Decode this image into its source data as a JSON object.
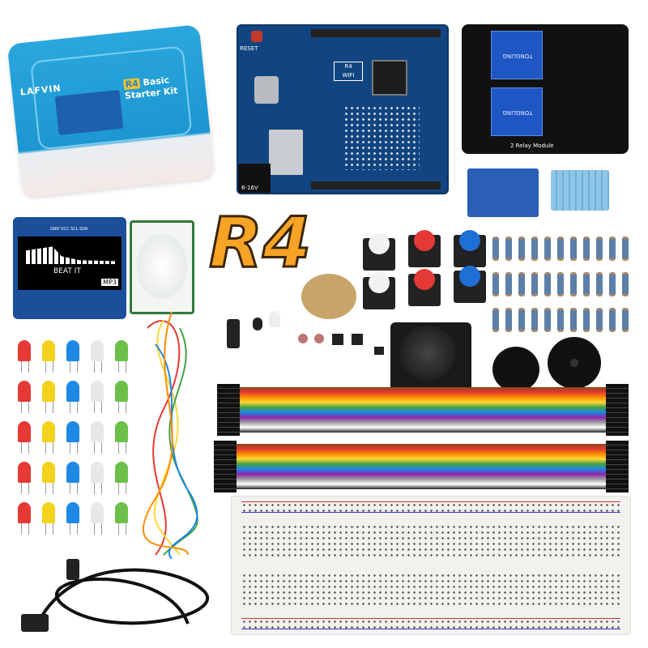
{
  "kit_box": {
    "brand": "LAFVIN",
    "title_badge": "R4",
    "title_line1": "Basic",
    "title_line2": "Starter Kit"
  },
  "headline": "R4",
  "uno_board": {
    "reset_label": "RESET",
    "model_tag": "R4",
    "wifi_tag": "WIFI",
    "power_label": "6-16V"
  },
  "relay_module": {
    "label": "2 Relay Module",
    "relay_text": "TONGLING"
  },
  "oled": {
    "pins": "GND VCC SCL SDA",
    "song": "BEAT IT",
    "mode": "MP3"
  },
  "led_colors": [
    "#e53935",
    "#f2d21b",
    "#1e88e5",
    "#e8e8e8",
    "#6cc04a"
  ],
  "button_colors": [
    "#f2f2f2",
    "#e53935",
    "#1e6fd6"
  ],
  "accent_color": "#f7a325"
}
